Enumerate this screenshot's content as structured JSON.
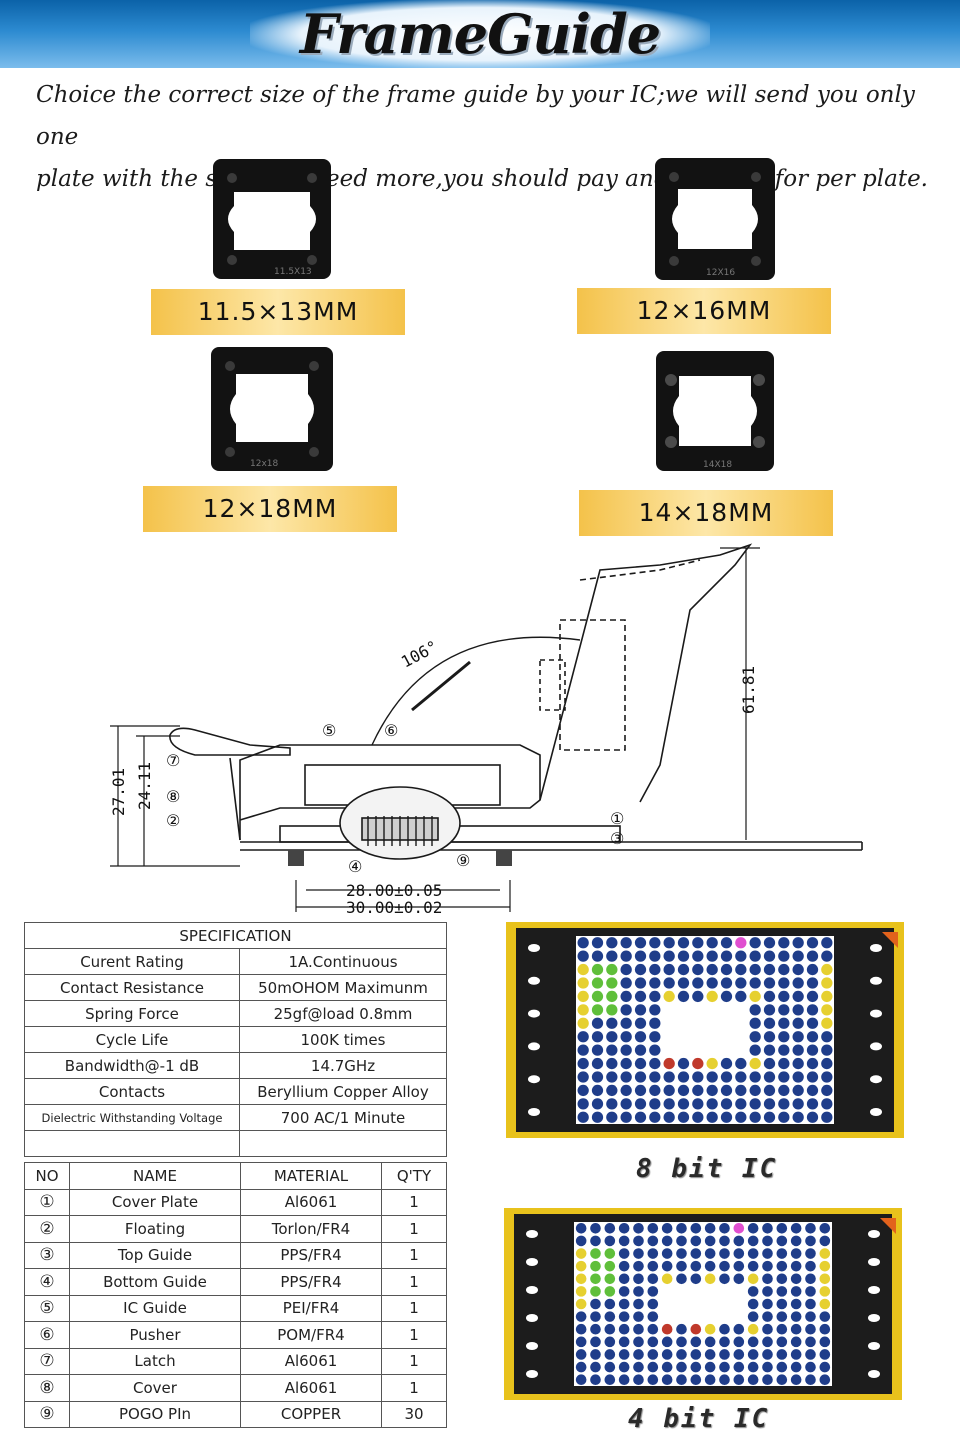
{
  "header": {
    "title": "FrameGuide"
  },
  "intro": {
    "line1": "Choice the correct size of  the frame guide by your IC;we will send you only one",
    "line2": "plate with the socket,if need more,you should pay another $10 for per plate."
  },
  "frame_guides": [
    {
      "label": "11.5×13MM",
      "engraving": "11.5X13"
    },
    {
      "label": "12×16MM",
      "engraving": "12X16"
    },
    {
      "label": "12×18MM",
      "engraving": "12x18"
    },
    {
      "label": "14×18MM",
      "engraving": "14X18"
    }
  ],
  "diagram": {
    "angle": "106°",
    "height_total": "61.81",
    "height_a": "27.01",
    "height_b": "24.11",
    "width_inner": "28.00±0.05",
    "width_outer": "30.00±0.02",
    "callouts": [
      "①",
      "②",
      "③",
      "④",
      "⑤",
      "⑥",
      "⑦",
      "⑧",
      "⑨"
    ]
  },
  "specification": {
    "title": "SPECIFICATION",
    "rows": [
      {
        "name": "Curent Rating",
        "value": "1A.Continuous"
      },
      {
        "name": "Contact Resistance",
        "value": "50mOHOM Maximunm"
      },
      {
        "name": "Spring Force",
        "value": "25gf@load 0.8mm"
      },
      {
        "name": "Cycle Life",
        "value": "100K times"
      },
      {
        "name": "Bandwidth@-1 dB",
        "value": "14.7GHz"
      },
      {
        "name": "Contacts",
        "value": "Beryllium Copper Alloy"
      },
      {
        "name": "Dielectric Withstanding Voltage",
        "value": "700 AC/1 Minute"
      }
    ]
  },
  "parts": {
    "headers": {
      "no": "NO",
      "name": "NAME",
      "material": "MATERIAL",
      "qty": "Q'TY"
    },
    "rows": [
      {
        "no": "①",
        "name": "Cover Plate",
        "material": "Al6061",
        "qty": "1"
      },
      {
        "no": "②",
        "name": "Floating",
        "material": "Torlon/FR4",
        "qty": "1"
      },
      {
        "no": "③",
        "name": "Top Guide",
        "material": "PPS/FR4",
        "qty": "1"
      },
      {
        "no": "④",
        "name": "Bottom Guide",
        "material": "PPS/FR4",
        "qty": "1"
      },
      {
        "no": "⑤",
        "name": "IC Guide",
        "material": "PEI/FR4",
        "qty": "1"
      },
      {
        "no": "⑥",
        "name": "Pusher",
        "material": "POM/FR4",
        "qty": "1"
      },
      {
        "no": "⑦",
        "name": "Latch",
        "material": "Al6061",
        "qty": "1"
      },
      {
        "no": "⑧",
        "name": "Cover",
        "material": "Al6061",
        "qty": "1"
      },
      {
        "no": "⑨",
        "name": "POGO PIn",
        "material": "COPPER",
        "qty": "30"
      }
    ]
  },
  "ic_boards": [
    {
      "label": "8 bit IC"
    },
    {
      "label": "4 bit IC"
    }
  ],
  "colors": {
    "banner": "#1a73c0",
    "label_gold": "#f4c24a",
    "pad_blue": "#1f3d8a",
    "board_yellow": "#e8c21c"
  }
}
